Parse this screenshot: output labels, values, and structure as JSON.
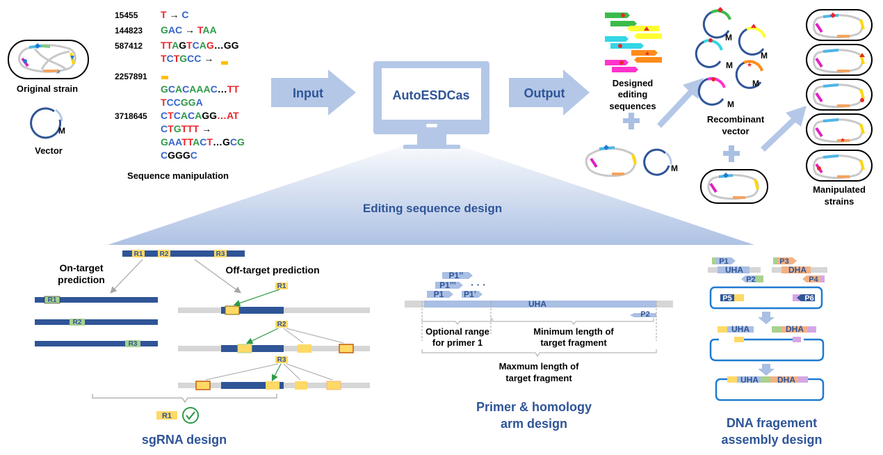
{
  "colors": {
    "blue": "#2f5597",
    "light_blue": "#a9bfe3",
    "arrow_blue": "#b4c7e7",
    "red": "#e8262c",
    "green": "#2e9a47",
    "seq_blue": "#3565c9",
    "gray": "#d6d6d6",
    "yellow": "#ffd966",
    "orange": "#f4b183"
  },
  "left": {
    "original_strain": "Original strain",
    "vector": "Vector",
    "m": "M"
  },
  "sequences": {
    "title": "Sequence manipulation",
    "rows": [
      {
        "pos": "15455",
        "lines": [
          [
            [
              "T",
              "red"
            ],
            [
              " → ",
              "black"
            ],
            [
              "C",
              "blue"
            ]
          ]
        ]
      },
      {
        "pos": "144823",
        "lines": [
          [
            [
              "G",
              "green"
            ],
            [
              "AC",
              "blue"
            ],
            [
              " → ",
              "black"
            ],
            [
              "T",
              "red"
            ],
            [
              "AA",
              "green"
            ]
          ]
        ]
      },
      {
        "pos": "587412",
        "lines": [
          [
            [
              "TT",
              "red"
            ],
            [
              "A",
              "green"
            ],
            [
              "G",
              "black"
            ],
            [
              "T",
              "red"
            ],
            [
              "C",
              "blue"
            ],
            [
              "A",
              "green"
            ],
            [
              "G",
              "red"
            ],
            [
              "…GG",
              "black"
            ]
          ],
          [
            [
              "T",
              "red"
            ],
            [
              "C",
              "blue"
            ],
            [
              "T",
              "red"
            ],
            [
              "G",
              "green"
            ],
            [
              "CC",
              "blue"
            ],
            [
              " →",
              "black"
            ]
          ]
        ]
      },
      {
        "pos": "2257891",
        "lines": [
          [
            [
              " →",
              "black"
            ]
          ],
          [
            [
              "G",
              "green"
            ],
            [
              "C",
              "blue"
            ],
            [
              "A",
              "green"
            ],
            [
              "C",
              "blue"
            ],
            [
              "AAA",
              "green"
            ],
            [
              "C",
              "blue"
            ],
            [
              "…",
              "black"
            ],
            [
              "TT",
              "red"
            ]
          ],
          [
            [
              "T",
              "red"
            ],
            [
              "CC",
              "blue"
            ],
            [
              "GG",
              "green"
            ],
            [
              "A",
              "blue"
            ]
          ]
        ]
      },
      {
        "pos": "3718645",
        "lines": [
          [
            [
              "C",
              "blue"
            ],
            [
              "T",
              "red"
            ],
            [
              "C",
              "blue"
            ],
            [
              "A",
              "green"
            ],
            [
              "C",
              "blue"
            ],
            [
              "A",
              "green"
            ],
            [
              "GG",
              "black"
            ],
            [
              "…AT",
              "red"
            ]
          ],
          [
            [
              "C",
              "blue"
            ],
            [
              "T",
              "red"
            ],
            [
              "G",
              "green"
            ],
            [
              "TTT",
              "red"
            ],
            [
              " →",
              "black"
            ]
          ],
          [
            [
              "G",
              "green"
            ],
            [
              "AA",
              "blue"
            ],
            [
              "TT",
              "red"
            ],
            [
              "A",
              "green"
            ],
            [
              "C",
              "blue"
            ],
            [
              "T",
              "red"
            ],
            [
              "…G",
              "black"
            ],
            [
              "C",
              "blue"
            ],
            [
              "G",
              "green"
            ]
          ],
          [
            [
              "C",
              "blue"
            ],
            [
              "GGG",
              "black"
            ],
            [
              "C",
              "blue"
            ]
          ]
        ]
      }
    ]
  },
  "center": {
    "input": "Input",
    "output": "Output",
    "tool": "AutoESDCas",
    "design_title": "Editing sequence design"
  },
  "right": {
    "designed": [
      "Designed",
      "editing",
      "sequences"
    ],
    "recombinant": [
      "Recombinant",
      "vector"
    ],
    "manipulated": [
      "Manipulated",
      "strains"
    ],
    "m": "M"
  },
  "sgrna": {
    "title": "sgRNA design",
    "on_target": [
      "On-target",
      "prediction"
    ],
    "off_target": "Off-target prediction",
    "r1": "R1",
    "r2": "R2",
    "r3": "R3"
  },
  "primer": {
    "title": [
      "Primer & homology",
      "arm design"
    ],
    "p1dd": "P1’’",
    "p1ddd": "P1’’’",
    "dots": "· · ·",
    "p1": "P1",
    "p1d": "P1’",
    "uha": "UHA",
    "p2": "P2",
    "optional": [
      "Optional range",
      "for primer 1"
    ],
    "minimum": [
      "Minimum length of",
      "target fragment"
    ],
    "maximum": [
      "Maxmum length of",
      "target fragment"
    ]
  },
  "assembly": {
    "title": [
      "DNA fragement",
      "assembly design"
    ],
    "p1": "P1",
    "p2": "P2",
    "p3": "P3",
    "p4": "P4",
    "p5": "P5",
    "p6": "P6",
    "uha": "UHA",
    "dha": "DHA"
  }
}
